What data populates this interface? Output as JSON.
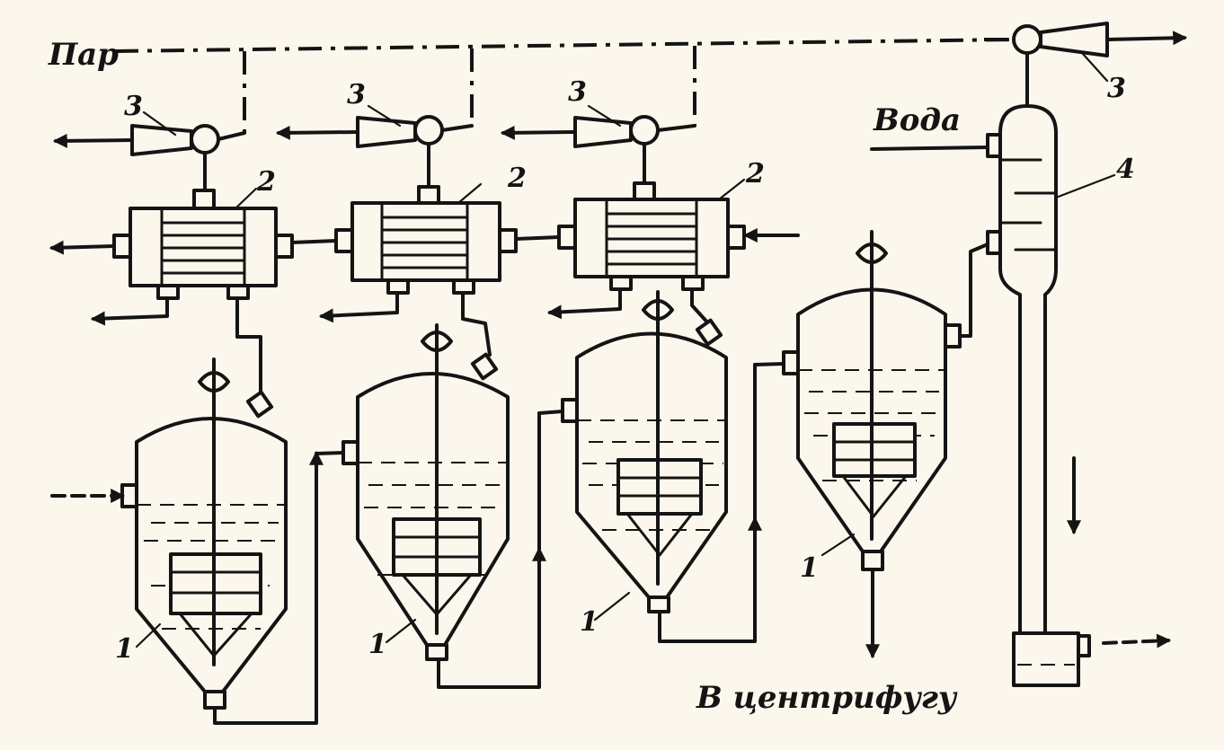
{
  "labels": {
    "steam": "Пар",
    "water": "Вода",
    "to_centrifuge": "В центрифугу",
    "crystallizer": "1",
    "condenser_unit": "2",
    "ejector": "3",
    "barometric_condenser": "4"
  },
  "colors": {
    "ink": "#141414",
    "paper": "#fbf7ec"
  }
}
